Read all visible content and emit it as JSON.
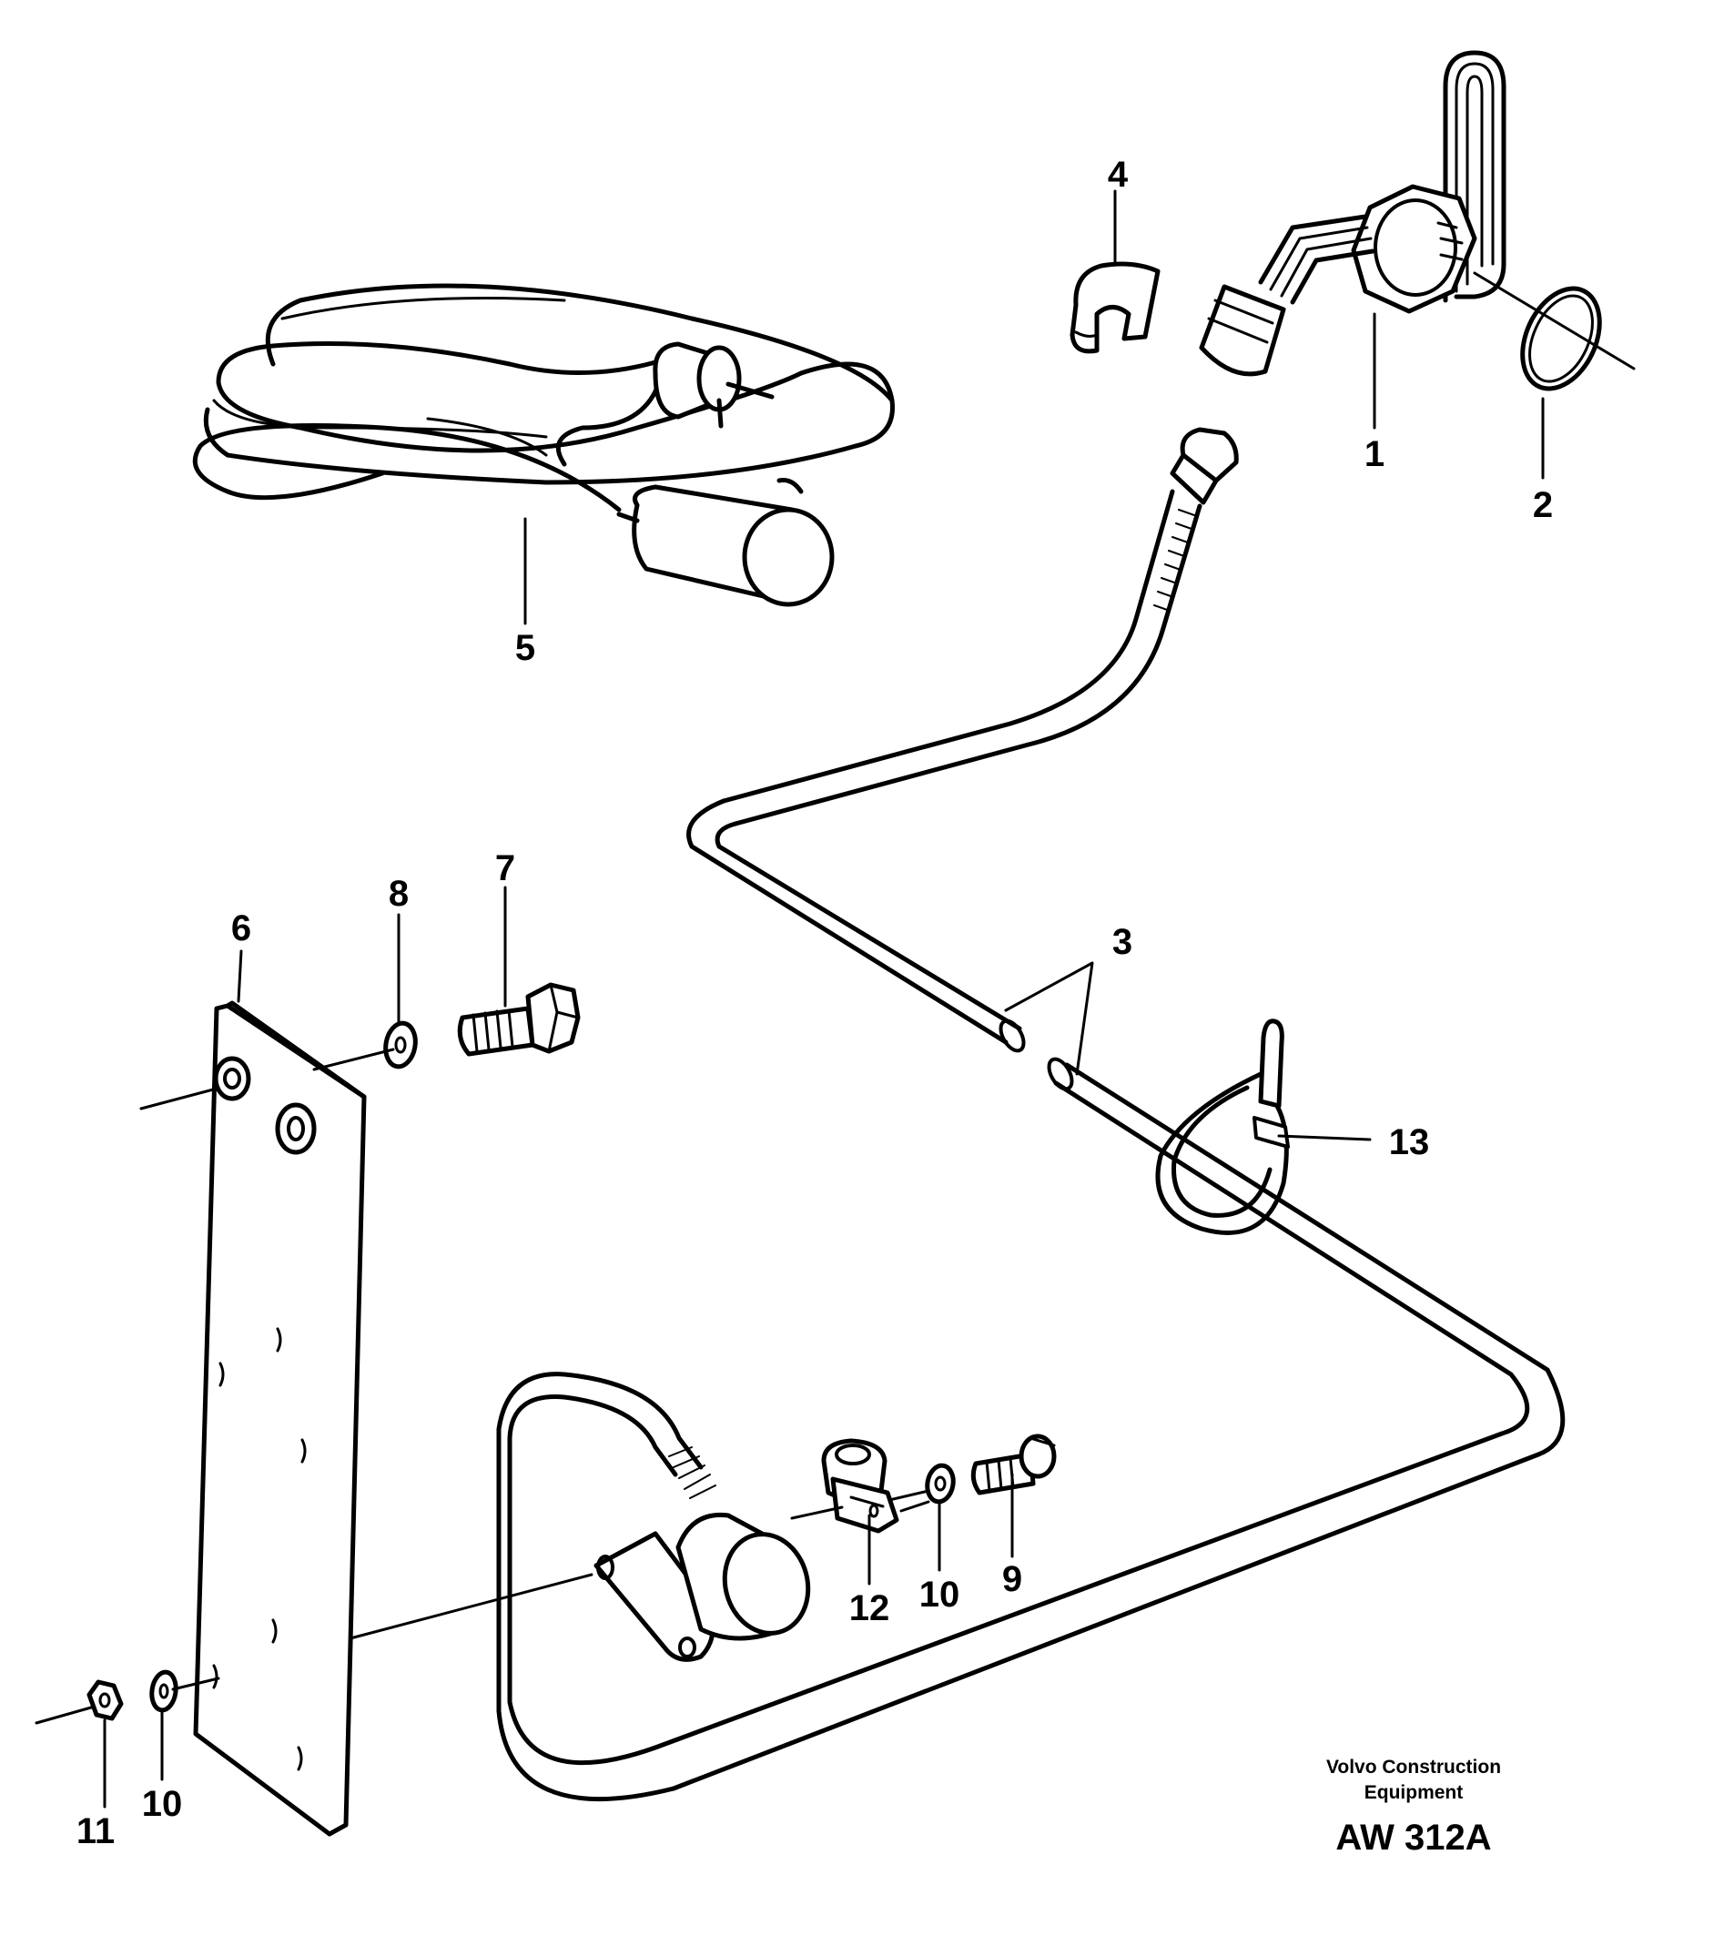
{
  "callouts": {
    "c1": "1",
    "c2": "2",
    "c3": "3",
    "c4": "4",
    "c5": "5",
    "c6": "6",
    "c7": "7",
    "c8": "8",
    "c9": "9",
    "c10a": "10",
    "c10b": "10",
    "c11": "11",
    "c12": "12",
    "c13": "13"
  },
  "footer": {
    "brand_line1": "Volvo Construction",
    "brand_line2": "Equipment",
    "drawing_number": "AW 312A"
  }
}
